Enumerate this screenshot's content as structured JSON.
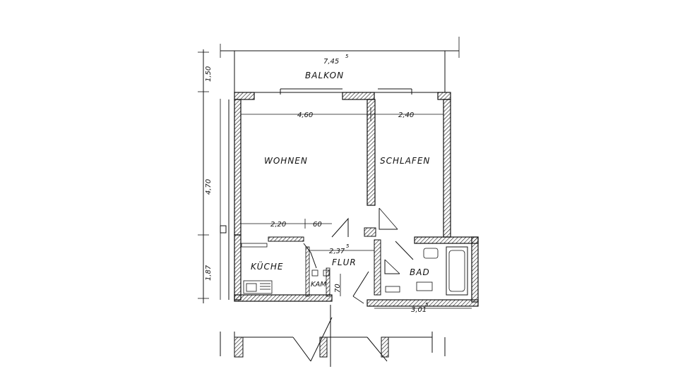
{
  "plan": {
    "rooms": {
      "balkon": "BALKON",
      "wohnen": "WOHNEN",
      "schlafen": "SCHLAFEN",
      "kueche": "KÜCHE",
      "kam": "KAM",
      "flur": "FLUR",
      "bad": "BAD"
    },
    "dimensions": {
      "total_width": "7,45",
      "total_width_sup": "5",
      "balcony_depth": "1,50",
      "wohnen_width": "4,60",
      "schlafen_width": "2,40",
      "wohnen_depth": "4,70",
      "wall_segment_a": "2,20",
      "wall_segment_b": "60",
      "flur_width": "2,37",
      "flur_width_sup": "5",
      "kueche_depth": "1,87",
      "kam_width": "70",
      "bottom_width": "3,01",
      "bottom_width_sup": "5"
    }
  }
}
